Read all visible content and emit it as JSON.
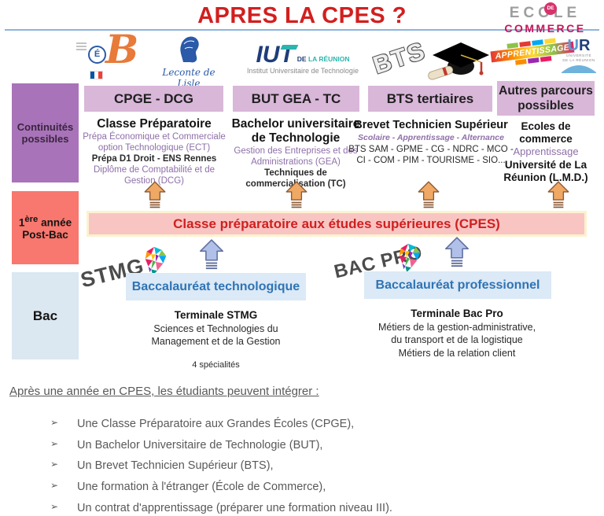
{
  "title": "APRES LA CPES ?",
  "brand": {
    "ecole": "ECOLE",
    "de": "DE",
    "commerce": "COMMERCE"
  },
  "logos": {
    "bellepierre_badge": "É",
    "bellepierre_initial": "B",
    "leconte_script": "Leconte de Lisle",
    "iut_acronym": "IUT",
    "iut_region_de": "DE ",
    "iut_region": "LA RÉUNION",
    "iut_subtitle": "Institut Universitaire de Technologie",
    "bts_text": "BTS",
    "apprentissage_text": "APPRENTISSAGE",
    "ur_acronym_u": "U",
    "ur_acronym_r": "R",
    "ur_caption_line1": "UNIVERSITÉ",
    "ur_caption_line2": "DE LA RÉUNION"
  },
  "row_labels": {
    "row1": "Continuités possibles",
    "row2_num": "1",
    "row2_sup": "ère",
    "row2_rest": " année",
    "row2_line2": "Post-Bac",
    "row3": "Bac"
  },
  "columns": [
    {
      "header": "CPGE - DCG",
      "lines": [
        {
          "text": "Classe Préparatoire"
        },
        {
          "text": "Prépa Économique et Commerciale option Technologique (ECT)"
        },
        {
          "text": "Prépa D1 Droit - ENS Rennes"
        },
        {
          "text": "Diplôme de Comptabilité et de Gestion (DCG)"
        }
      ]
    },
    {
      "header": "BUT GEA - TC",
      "lines": [
        {
          "text": "Bachelor universitaire de Technologie"
        },
        {
          "text": "Gestion des Entreprises et des Administrations (GEA)"
        },
        {
          "text": "Techniques de commercialisation (TC)"
        }
      ]
    },
    {
      "header": "BTS tertiaires",
      "lines": [
        {
          "text": "Brevet Technicien Supérieur"
        },
        {
          "text": "Scolaire - Apprentissage - Alternance"
        },
        {
          "text": "BTS SAM - GPME - CG - NDRC - MCO - CI - COM - PIM - TOURISME - SIO..."
        }
      ]
    },
    {
      "header": "Autres parcours possibles",
      "lines": [
        {
          "text": "Ecoles de commerce"
        },
        {
          "text": "Apprentissage"
        },
        {
          "text": "Université de La Réunion (L.M.D.)"
        }
      ]
    }
  ],
  "banner": {
    "text": "Classe préparatoire aux études supérieures (CPES)"
  },
  "bac": {
    "stmg_logo": "STMG",
    "tech_box": "Baccalauréat technologique",
    "tech_title": "Terminale STMG",
    "tech_line1": "Sciences et Technologies du",
    "tech_line2": "Management et de la Gestion",
    "tech_note": "4 spécialités",
    "bacpro_logo": "BAC PRO",
    "pro_box": "Baccalauréat professionnel",
    "pro_title": "Terminale Bac Pro",
    "pro_line1": "Métiers de la gestion-administrative,",
    "pro_line2": "du transport et de la logistique",
    "pro_line3": "Métiers de la relation client"
  },
  "footer": {
    "intro": "Après une année en CPES, les étudiants peuvent intégrer : ",
    "bullet_glyph": "➢",
    "bullets": [
      "Une Classe Préparatoire aux Grandes Écoles (CPGE),",
      "Un Bachelor Universitaire de Technologie (BUT),",
      "Un Brevet Technicien Supérieur (BTS),",
      "Une formation à l'étranger (École de Commerce),",
      "Un contrat d'apprentissage (préparer une formation niveau III)."
    ]
  },
  "colors": {
    "title-red": "#d21f1f",
    "header-purple": "#d9b7d9",
    "row-purple": "#a873b8",
    "row-salmon": "#f8776e",
    "row-blue": "#dbe7f1",
    "banner-bg": "#f9c5c3",
    "banner-border": "#fcf2cf",
    "banner-text": "#cf2020",
    "purple-text": "#8e6fa8",
    "bacbox-bg": "#dce9f6",
    "bacbox-text": "#2e74b5",
    "gray-text": "#595959",
    "orange-arrow": "#f0a865",
    "blue-arrow": "#b0c0e8"
  }
}
